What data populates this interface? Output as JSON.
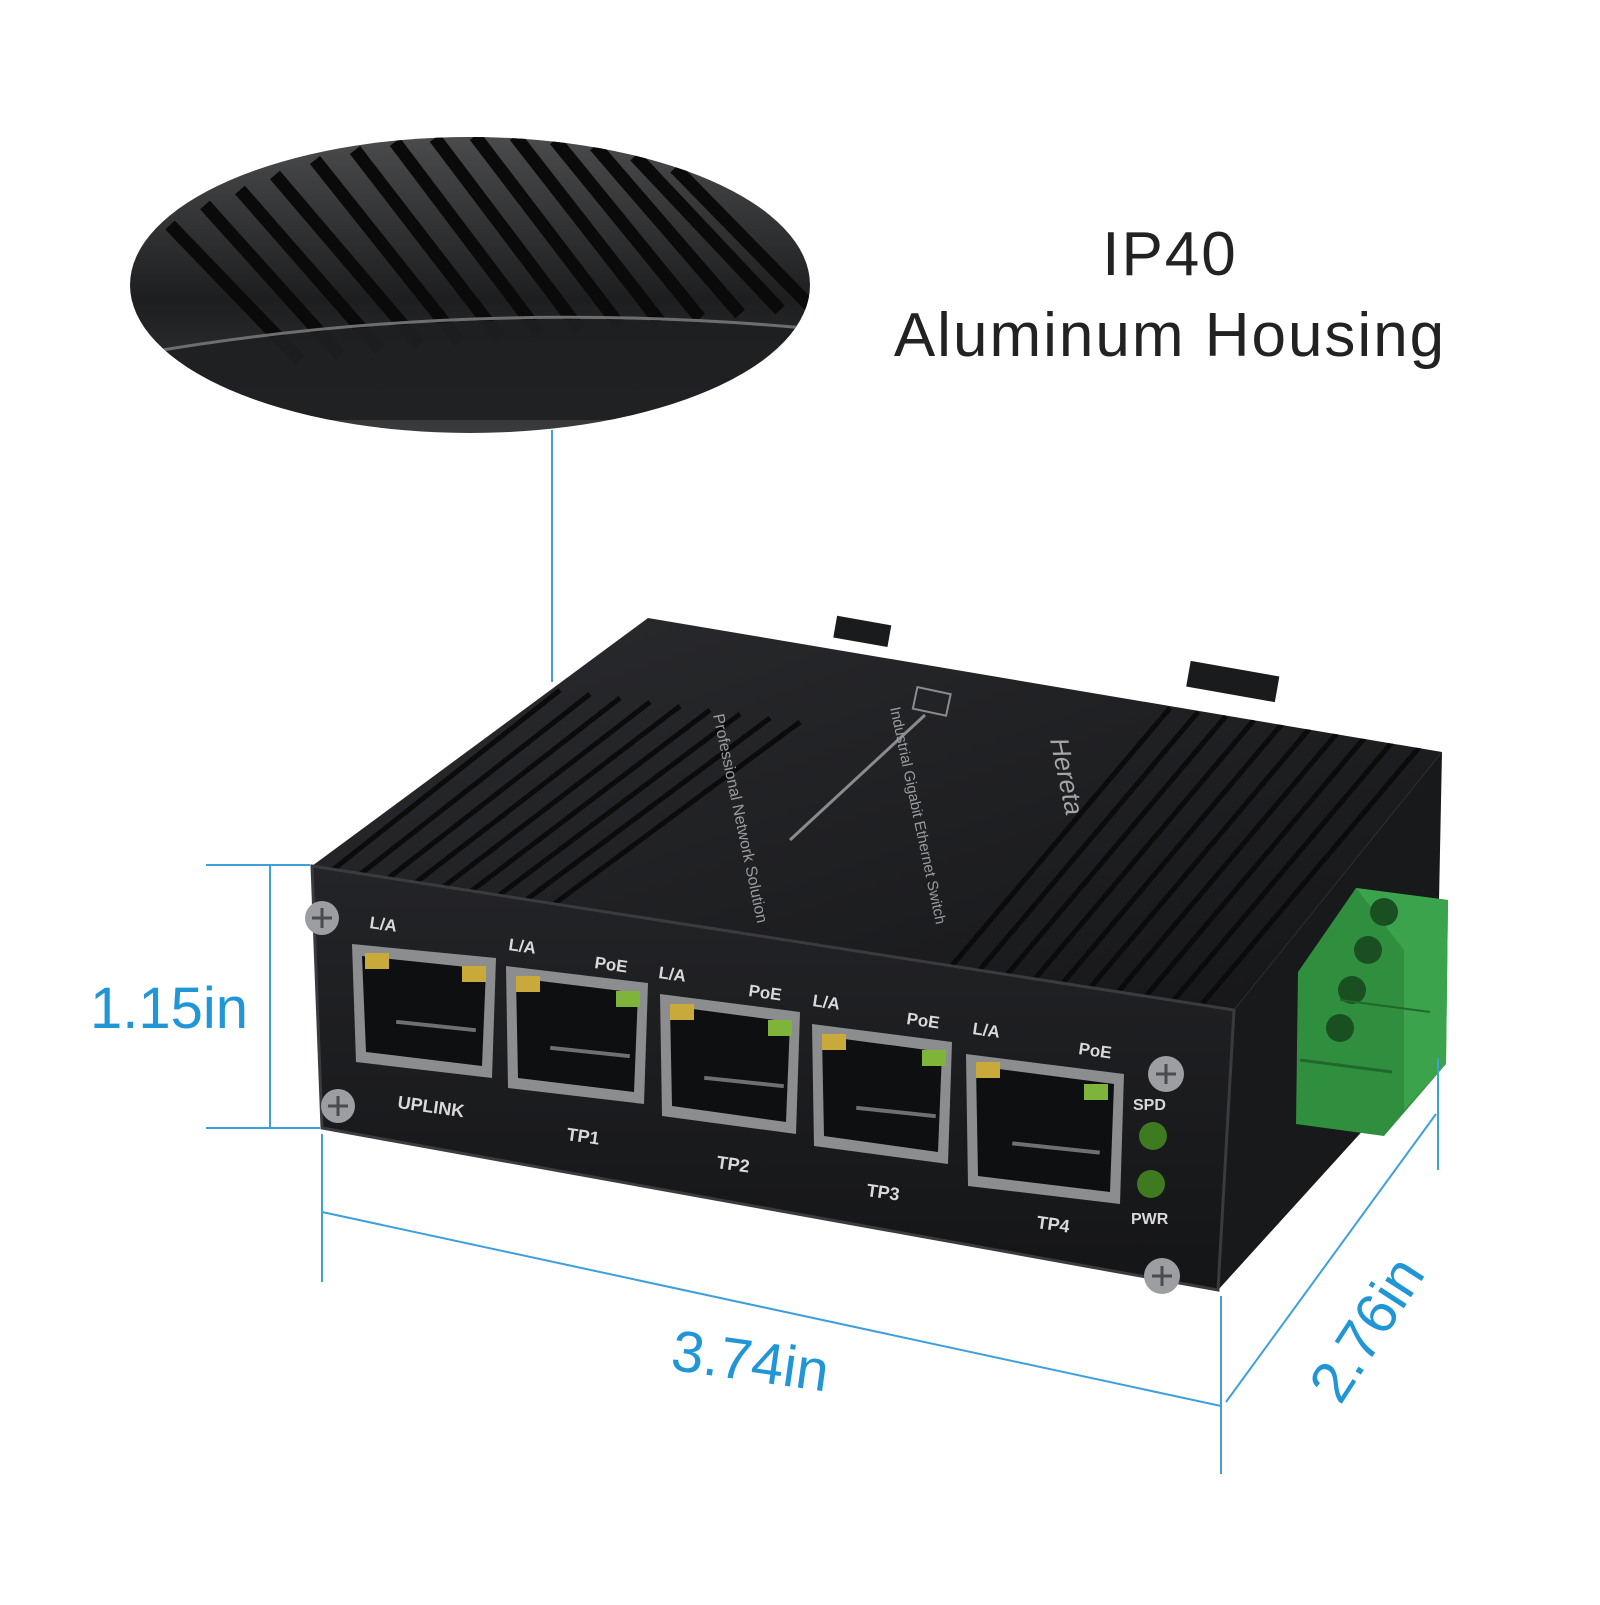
{
  "headline": {
    "rating": "IP40",
    "material": "Aluminum Housing"
  },
  "dimensions": {
    "height": "1.15in",
    "width": "3.74in",
    "depth": "2.76in"
  },
  "device": {
    "brand": "Hereta",
    "product_line": "Industrial Gigabit Ethernet Switch",
    "tagline": "Professional Network Solution",
    "ports": [
      {
        "label": "UPLINK",
        "led_labels": [
          "L/A"
        ]
      },
      {
        "label": "TP1",
        "led_labels": [
          "L/A",
          "PoE"
        ]
      },
      {
        "label": "TP2",
        "led_labels": [
          "L/A",
          "PoE"
        ]
      },
      {
        "label": "TP3",
        "led_labels": [
          "L/A",
          "PoE"
        ]
      },
      {
        "label": "TP4",
        "led_labels": [
          "L/A",
          "PoE"
        ]
      }
    ],
    "status_leds": [
      "SPD",
      "PWR"
    ]
  },
  "colors": {
    "dimension_accent": "#2196d6",
    "housing": "#1b1c1e",
    "terminal_block": "#2f8f3e",
    "led_amber": "#c9a93a",
    "led_green": "#7fb43a"
  }
}
